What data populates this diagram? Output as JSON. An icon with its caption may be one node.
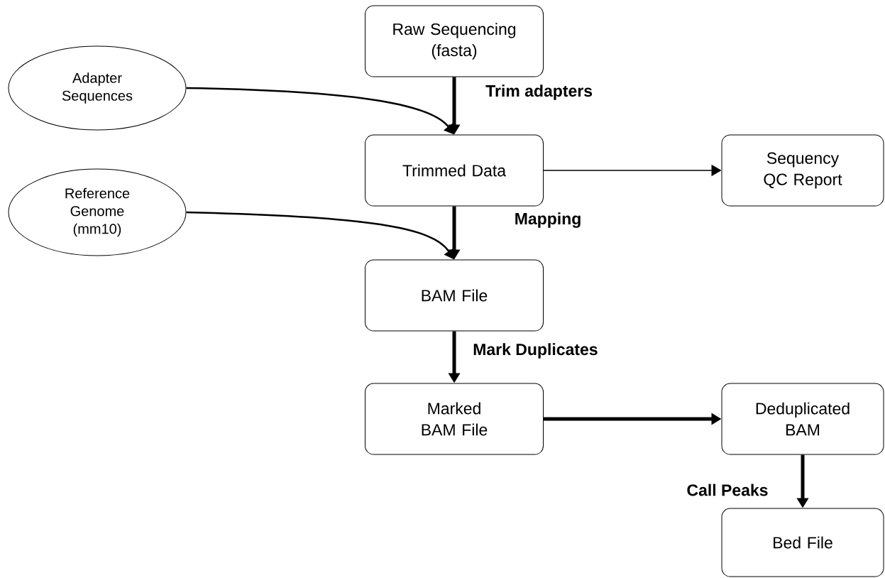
{
  "diagram": {
    "nodes": [
      {
        "text": [
          "Raw Sequencing (fasta)"
        ]
      },
      {
        "text": [
          "Adapter Sequences"
        ]
      },
      {
        "text": [
          "Trimmed Data"
        ]
      },
      {
        "text": [
          "Sequency QC Report"
        ]
      },
      {
        "text": [
          "Reference Genome (mm10)"
        ]
      },
      {
        "text": [
          "BAM File"
        ]
      },
      {
        "text": [
          "Marked BAM File"
        ]
      },
      {
        "text": [
          "Deduplicated BAM"
        ]
      },
      {
        "text": [
          "Bed File"
        ]
      }
    ],
    "edges": [
      {
        "from": 0,
        "to": 2,
        "arrow": "to",
        "label": "Trim adapters"
      },
      {
        "from": 1,
        "to": 2,
        "arrow": "to"
      },
      {
        "from": 2,
        "to": 3,
        "arrow": "to"
      },
      {
        "from": 2,
        "to": 5,
        "arrow": "to",
        "label": "Mapping"
      },
      {
        "from": 4,
        "to": 5,
        "arrow": "to"
      },
      {
        "from": 5,
        "to": 6,
        "arrow": "to",
        "label": "Mark Duplicates"
      },
      {
        "from": 6,
        "to": 7,
        "arrow": "to"
      },
      {
        "from": 7,
        "to": 8,
        "arrow": "to",
        "label": "Call Peaks"
      }
    ]
  }
}
